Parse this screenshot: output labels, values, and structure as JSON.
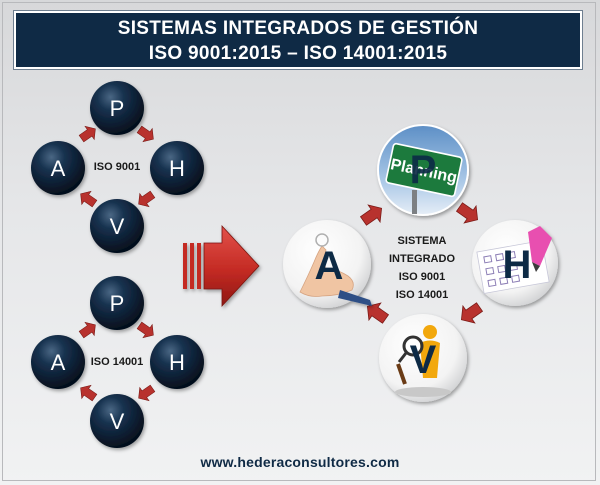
{
  "header": {
    "line1": "SISTEMAS INTEGRADOS DE GESTIÓN",
    "line2": "ISO 9001:2015 – ISO 14001:2015"
  },
  "cycle_9001": {
    "center_label": "ISO 9001",
    "letters": {
      "top": "P",
      "right": "H",
      "bottom": "V",
      "left": "A"
    }
  },
  "cycle_14001": {
    "center_label": "ISO 14001",
    "letters": {
      "top": "P",
      "right": "H",
      "bottom": "V",
      "left": "A"
    }
  },
  "integrated": {
    "center_line1": "SISTEMA",
    "center_line2": "INTEGRADO",
    "center_line3": "ISO 9001",
    "center_line4": "ISO 14001",
    "letters": {
      "top": "P",
      "right": "H",
      "bottom": "V",
      "left": "A"
    },
    "planning_sign_text": "Planning",
    "icons": {
      "top": "planning-sign-icon",
      "right": "checklist-pen-icon",
      "bottom": "magnifier-figure-icon",
      "left": "hand-icon"
    }
  },
  "footer": {
    "url": "www.hederaconsultores.com"
  },
  "colors": {
    "navy": "#0f2a45",
    "arrow_red": "#b8322e",
    "circle_dark": "#0b2036"
  }
}
